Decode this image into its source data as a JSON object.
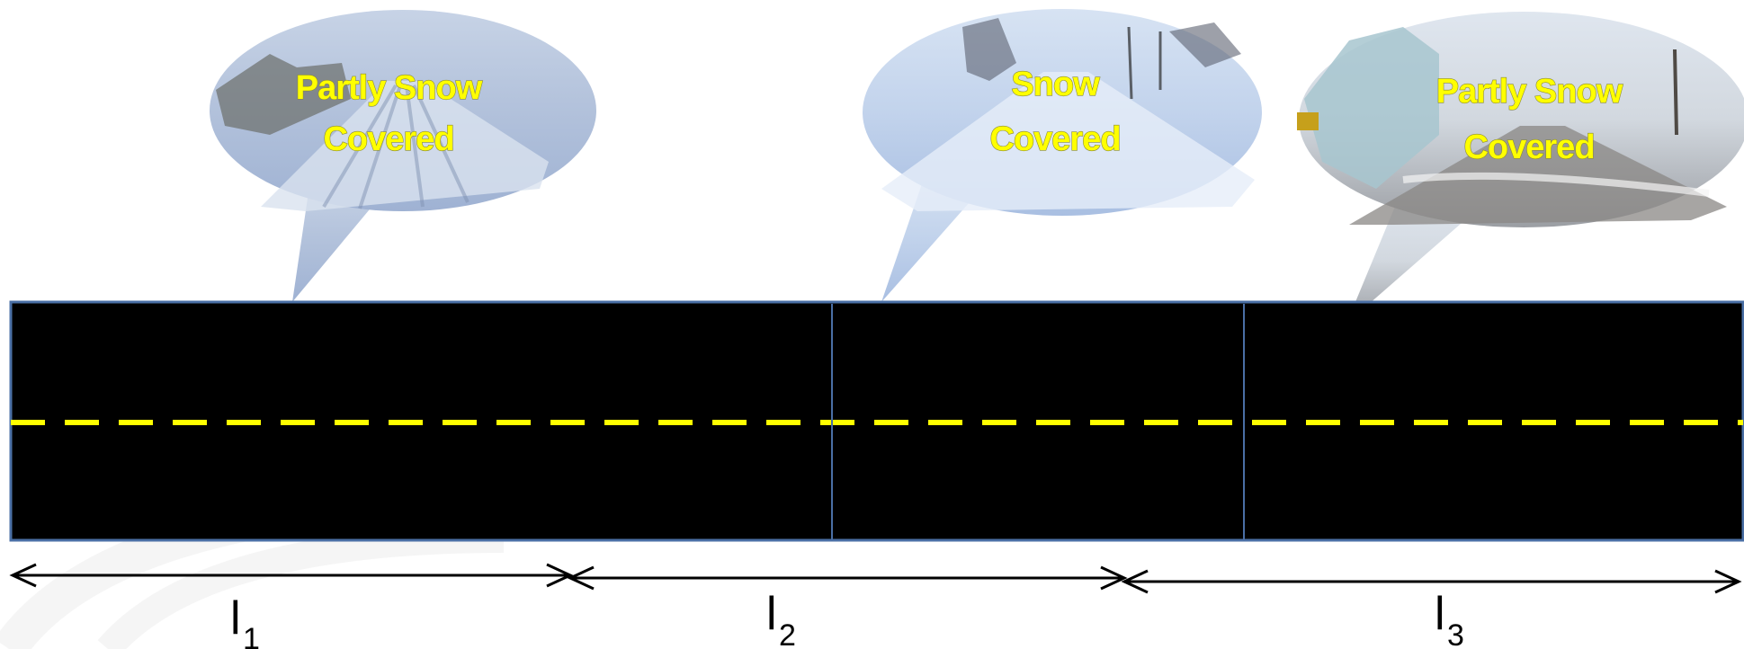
{
  "bubbles": [
    {
      "id": "bubble-1",
      "line1": "Partly Snow",
      "line2": "Covered"
    },
    {
      "id": "bubble-2",
      "line1": "Snow",
      "line2": "Covered"
    },
    {
      "id": "bubble-3",
      "line1": "Partly Snow",
      "line2": "Covered"
    }
  ],
  "segments": [
    {
      "letter": "l",
      "sub": "1"
    },
    {
      "letter": "l",
      "sub": "2"
    },
    {
      "letter": "l",
      "sub": "3"
    }
  ],
  "colors": {
    "road": "#000000",
    "road_border": "#4a6fa5",
    "center_line": "#ffff00",
    "label_text": "#ffff00"
  }
}
